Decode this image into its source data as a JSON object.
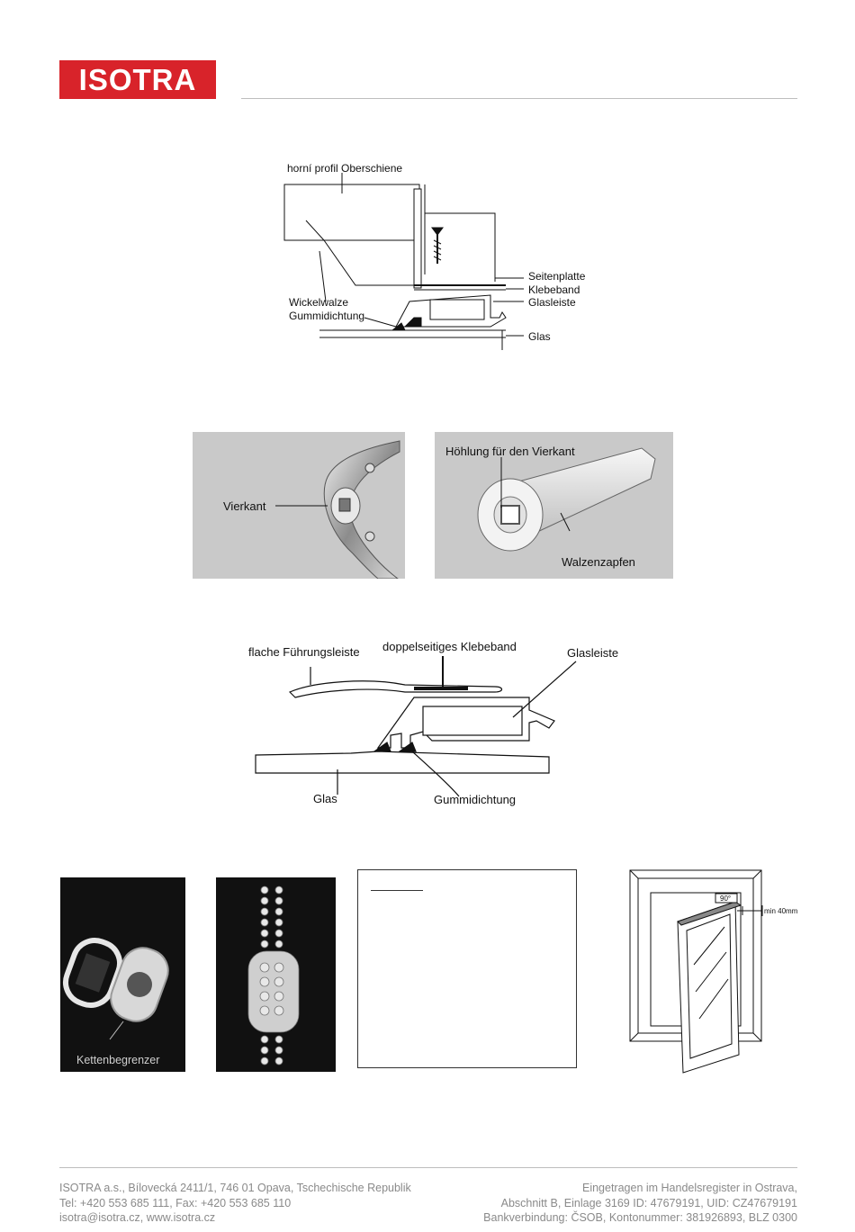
{
  "header": {
    "logo_text": "ISOTRA"
  },
  "diagram_top": {
    "labels": {
      "rail": "horní profil Oberschiene",
      "roller": "Wickelwalze",
      "seal": "Gummidichtung",
      "side_plate": "Seitenplatte",
      "tape": "Klebeband",
      "glass_strip": "Glasleiste",
      "glass": "Glas"
    }
  },
  "photos": {
    "left_label": "Vierkant",
    "right_label_top": "Höhlung für den Vierkant",
    "right_label_bottom": "Walzenzapfen"
  },
  "diagram_middle": {
    "labels": {
      "flat_guide": "flache Führungsleiste",
      "double_tape": "doppelseitiges Klebeband",
      "glass_strip": "Glasleiste",
      "glass": "Glas",
      "seal": "Gummidichtung"
    }
  },
  "bottom": {
    "chain_stop_label": "Kettenbegrenzer",
    "window": {
      "angle_label": "90°",
      "distance_label": "min 40mm"
    }
  },
  "footer": {
    "left_lines": [
      "ISOTRA a.s., Bílovecká 2411/1, 746 01 Opava, Tschechische Republik",
      "Tel: +420 553 685 111, Fax: +420 553 685 110",
      "isotra@isotra.cz, www.isotra.cz"
    ],
    "right_lines": [
      "Eingetragen im Handelsregister in Ostrava,",
      "Abschnitt B, Einlage 3169 ID: 47679191, UID: CZ47679191",
      "Bankverbindung: ČSOB, Kontonummer: 381926893, BLZ 0300"
    ]
  },
  "colors": {
    "brand_red": "#d8232a",
    "footer_gray": "#8a8a8a"
  }
}
